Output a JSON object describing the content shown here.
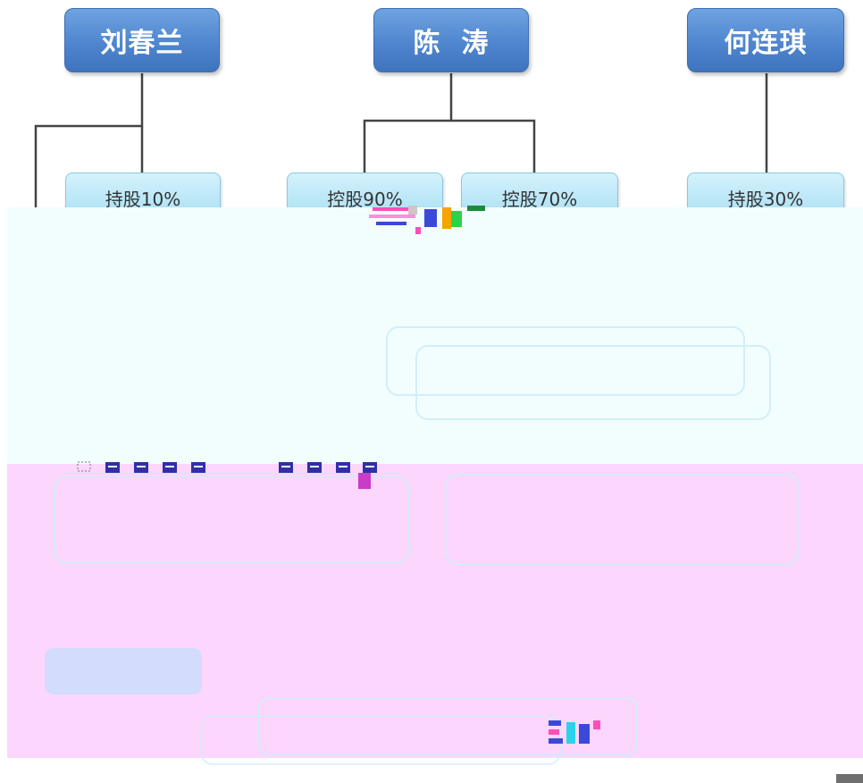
{
  "people": [
    {
      "name": "刘春兰"
    },
    {
      "name": "陈  涛"
    },
    {
      "name": "何连琪"
    }
  ],
  "shares": [
    {
      "label": "持股10%"
    },
    {
      "label": "控股90%"
    },
    {
      "label": "控股70%"
    },
    {
      "label": "持股30%"
    }
  ],
  "colors": {
    "person_box": "#4f86cf",
    "share_box": "#bfe8f7",
    "connector": "#444444",
    "band_cyan": "#f2fefe",
    "band_pink": "#fdd6fd"
  }
}
